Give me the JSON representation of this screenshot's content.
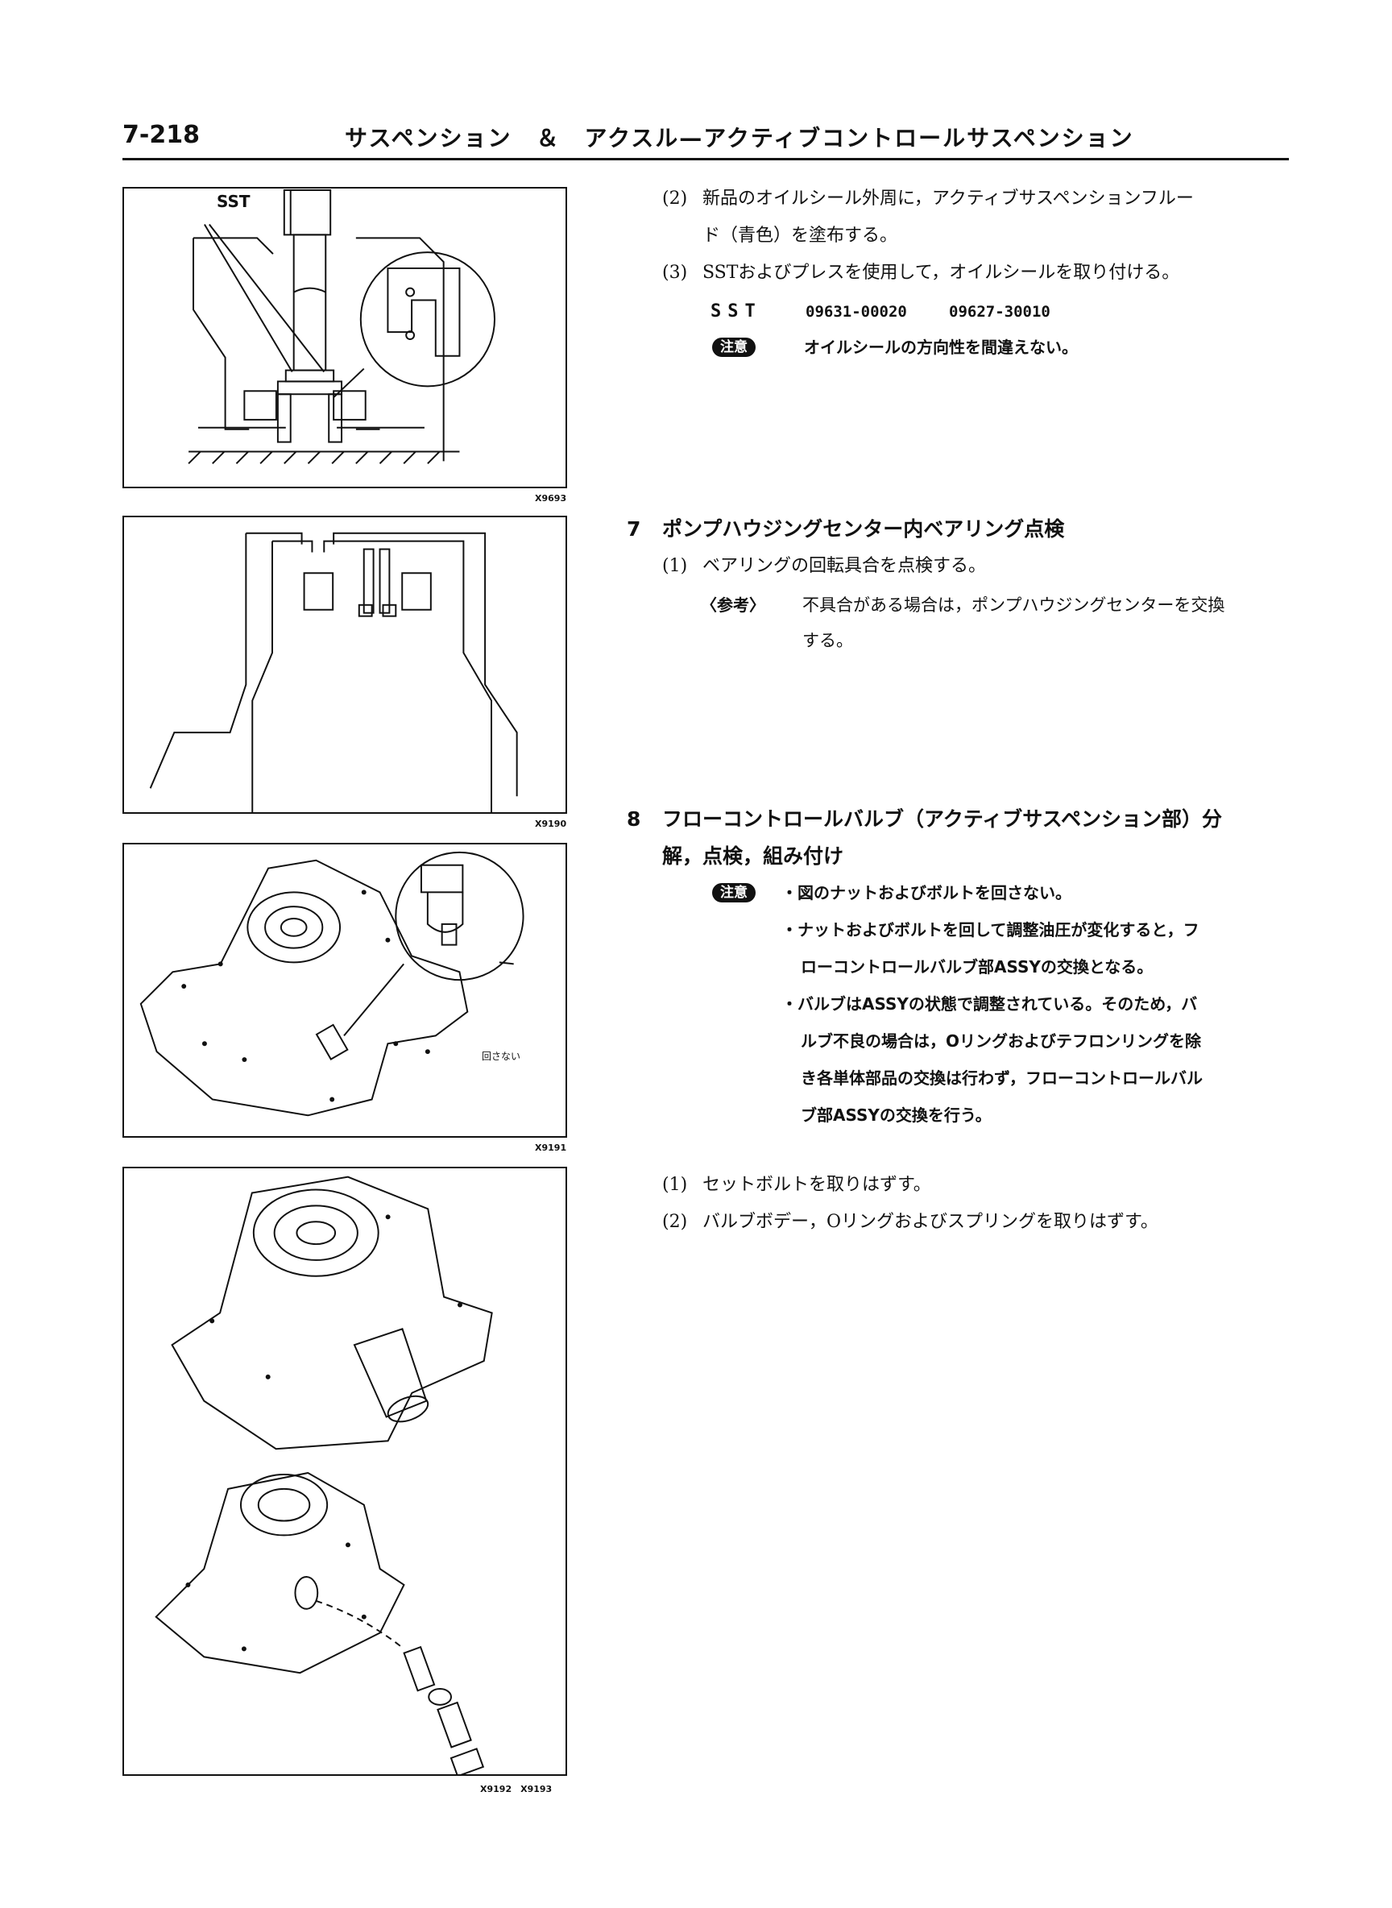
{
  "header": {
    "page_number": "7-218",
    "title": "サスペンション　＆　アクスル—アクティブコントロールサスペンション"
  },
  "figures": {
    "fig1": {
      "label": "SST",
      "code": "X9693"
    },
    "fig2": {
      "code": "X9190"
    },
    "fig3": {
      "callout": "回さない",
      "code": "X9191"
    },
    "fig4": {
      "code": "X9192　X9193"
    }
  },
  "section6": {
    "step2": {
      "num": "(2)",
      "line1": "新品のオイルシール外周に，アクティブサスペンションフルー",
      "line2": "ド（青色）を塗布する。"
    },
    "step3": {
      "num": "(3)",
      "text": "SSTおよびプレスを使用して，オイルシールを取り付ける。"
    },
    "sst": {
      "label": "SST",
      "part1": "09631-00020",
      "part2": "09627-30010"
    },
    "caution": {
      "badge": "注意",
      "text": "オイルシールの方向性を間違えない。"
    }
  },
  "section7": {
    "num": "7",
    "title": "ポンプハウジングセンター内ベアリング点検",
    "step1": {
      "num": "(1)",
      "text": "ベアリングの回転具合を点検する。"
    },
    "ref": {
      "label": "〈参考〉",
      "line1": "不具合がある場合は，ポンプハウジングセンターを交換",
      "line2": "する。"
    }
  },
  "section8": {
    "num": "8",
    "title_line1": "フローコントロールバルブ（アクティブサスペンション部）分",
    "title_line2": "解，点検，組み付け",
    "caution": {
      "badge": "注意",
      "bullet1": "・図のナットおよびボルトを回さない。",
      "bullet2_line1": "・ナットおよびボルトを回して調整油圧が変化すると，フ",
      "bullet2_line2": "ローコントロールバルブ部ASSYの交換となる。",
      "bullet3_line1": "・バルブはASSYの状態で調整されている。そのため，バ",
      "bullet3_line2": "ルブ不良の場合は，Oリングおよびテフロンリングを除",
      "bullet3_line3": "き各単体部品の交換は行わず，フローコントロールバル",
      "bullet3_line4": "ブ部ASSYの交換を行う。"
    },
    "step1": {
      "num": "(1)",
      "text": "セットボルトを取りはずす。"
    },
    "step2": {
      "num": "(2)",
      "text": "バルブボデー，Oリングおよびスプリングを取りはずす。"
    }
  }
}
